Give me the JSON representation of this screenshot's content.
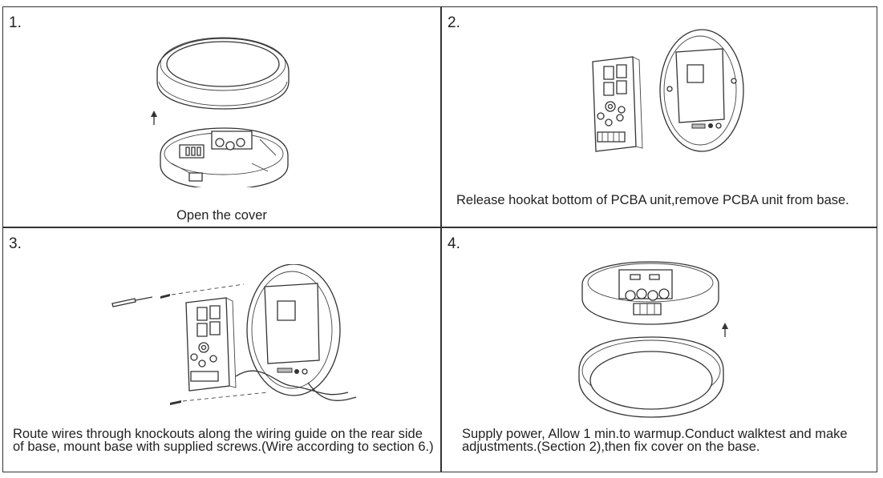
{
  "steps": [
    {
      "number": "1.",
      "caption": "Open the  cover",
      "illustration": "detector-cover-lifted-icon"
    },
    {
      "number": "2.",
      "caption": "Release hookat bottom of PCBA unit,remove PCBA unit from base.",
      "illustration": "pcba-removed-from-base-icon"
    },
    {
      "number": "3.",
      "caption": "Route wires through knockouts along the wiring  guide on the rear side of base, mount base with supplied screws.(Wire according to section 6.)",
      "illustration": "base-screw-mounting-icon"
    },
    {
      "number": "4.",
      "caption": "Supply power, Allow 1 min.to warmup.Conduct walktest and make adjustments.(Section 2),then fix cover on the base.",
      "illustration": "cover-refit-icon"
    }
  ],
  "colors": {
    "line": "#333333",
    "background": "#ffffff"
  }
}
